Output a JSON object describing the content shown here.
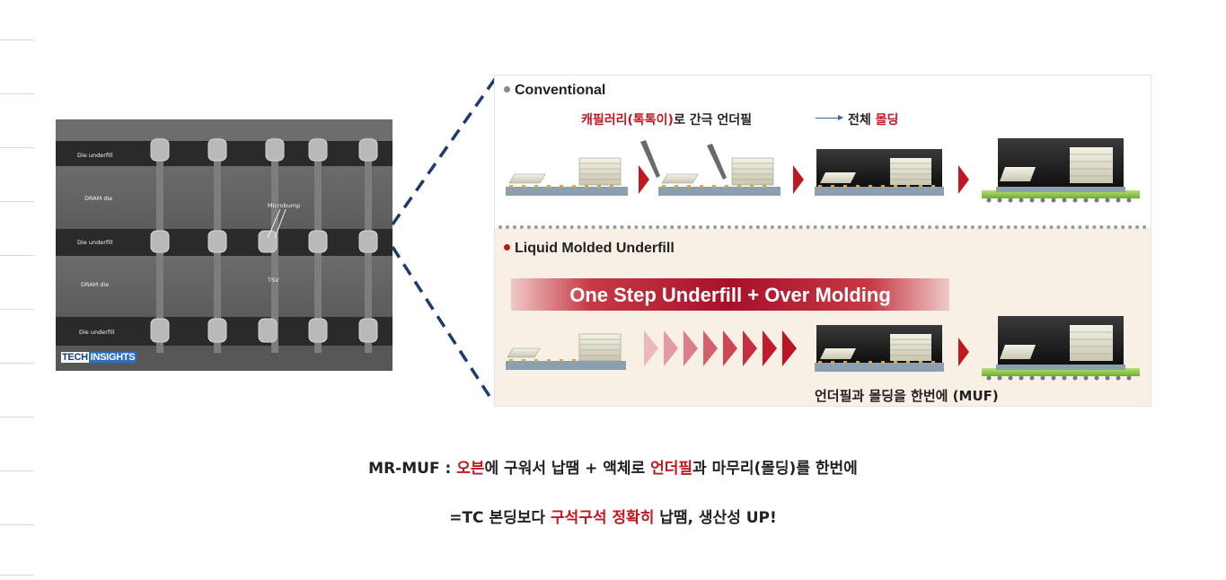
{
  "sem": {
    "labels": {
      "die_underfill_1": "Die underfill",
      "dram_die_1": "DRAM die",
      "microbump": "Microbump",
      "die_underfill_2": "Die underfill",
      "dram_die_2": "DRAM die",
      "tsv": "TSV",
      "die_underfill_3": "Die underfill"
    },
    "logo_a": "TECH",
    "logo_b": "INSIGHTS"
  },
  "panel": {
    "conventional_title": "Conventional",
    "capillary_text_red": "캐필러리(톡톡이)",
    "capillary_text_black": "로 간극 언더필",
    "full_text_black": "전체 ",
    "full_text_red": "몰딩",
    "lmu_title": "Liquid Molded Underfill",
    "banner": "One Step Underfill + Over Molding",
    "muf_note": "언더필과 몰딩을 한번에 (MUF)"
  },
  "caption": {
    "line1_a": "MR-MUF : ",
    "line1_b": "오븐",
    "line1_c": "에 구워서 납땜 + 액체로 ",
    "line1_d": "언더필",
    "line1_e": "과 마무리(몰딩)를 한번에",
    "line2_a": "=TC 본딩보다 ",
    "line2_b": "구석구석 정확히",
    "line2_c": " 납땜, 생산성 UP!"
  },
  "colors": {
    "accent_red": "#c0181f",
    "dash_navy": "#1f3a6e",
    "bullet_gray": "#8a8a8a",
    "lmu_background": "#f8f0e4"
  }
}
